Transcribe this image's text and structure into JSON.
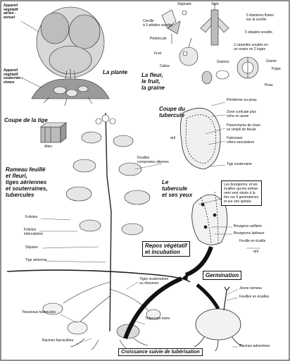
{
  "sections": {
    "plant_title": "La plante",
    "flower_title": "La fleur,\nle fruit,\nla graine",
    "stem_cut_title": "Coupe de la tige",
    "tuber_cut_title": "Coupe du\ntubercule",
    "branch_title": "Rameau feuillé\net fleuri,\ntiges aériennes\net souterraines,\ntubercules",
    "eyes_title": "Le\ntubercule\net ses yeux",
    "rest_box": "Repos végétatif\net incubation",
    "germination_box": "Germination",
    "growth_box": "Croissance suivie de tubérisation"
  },
  "labels": {
    "aerial": "Appareil\nvégétatif\naérien :\nannuel",
    "underground": "Appareil\nvégétatif\nsouterrain :\nvivace",
    "stigmate": "Stigmate",
    "style": "Style",
    "corolle": "Corolle\nà 5 pétales soudés",
    "etamines": "5 étamines fixées\nsur la corolle",
    "sepales": "5 sépales soudés",
    "pedoncule": "Pédoncule",
    "carpelles": "2 carpelles soudés en\nun ovaire en 2 loges",
    "fruit": "Fruit",
    "graines": "Graines",
    "graine": "Graine",
    "pulpe": "Pulpe",
    "calice": "Calice",
    "peau": "Peau",
    "ailes": "Ailes",
    "periderme": "Périderme ou peau",
    "zone_corticale": "Zone corticale plus\nriche en azote",
    "parenchyme": "Parenchyme de réser-\nve rempli de fécule",
    "faisceaux": "Faisceaux\ncribro-vasculaires",
    "oeil": "œil",
    "tige_sout": "Tige souterraine",
    "feuilles_comp": "Feuilles\ncomposées alternes",
    "folioles": "Folioles",
    "folioles_inter": "Folioles\nintercalaires",
    "stipules": "Stipules",
    "tige_aerienne": "Tige aérienne",
    "tiges_sout_rhiz": "Tiges souterraines\nou rhizomes",
    "nouveaux_tub": "Nouveaux tubercules",
    "tubercule_mere": "Tubercule-mère",
    "racines_fasc": "Racines fasciculées",
    "bourgeon_axil": "Bourgeon axillaire",
    "bourgeons_lat": "Bourgeons latéraux",
    "feuille_ecaille": "Feuille en écaille",
    "oeil2": "œil",
    "jeune_rameau": "Jeune rameau",
    "feuilles_ecailles": "Feuilles en écailles",
    "racines_adv": "Racines adventives"
  },
  "note_text": "Les bourgeons, et les\nécailles qui les enfour-\nnent sont situés à la\nfois sur 5 génératrices\net sur une spirale."
}
